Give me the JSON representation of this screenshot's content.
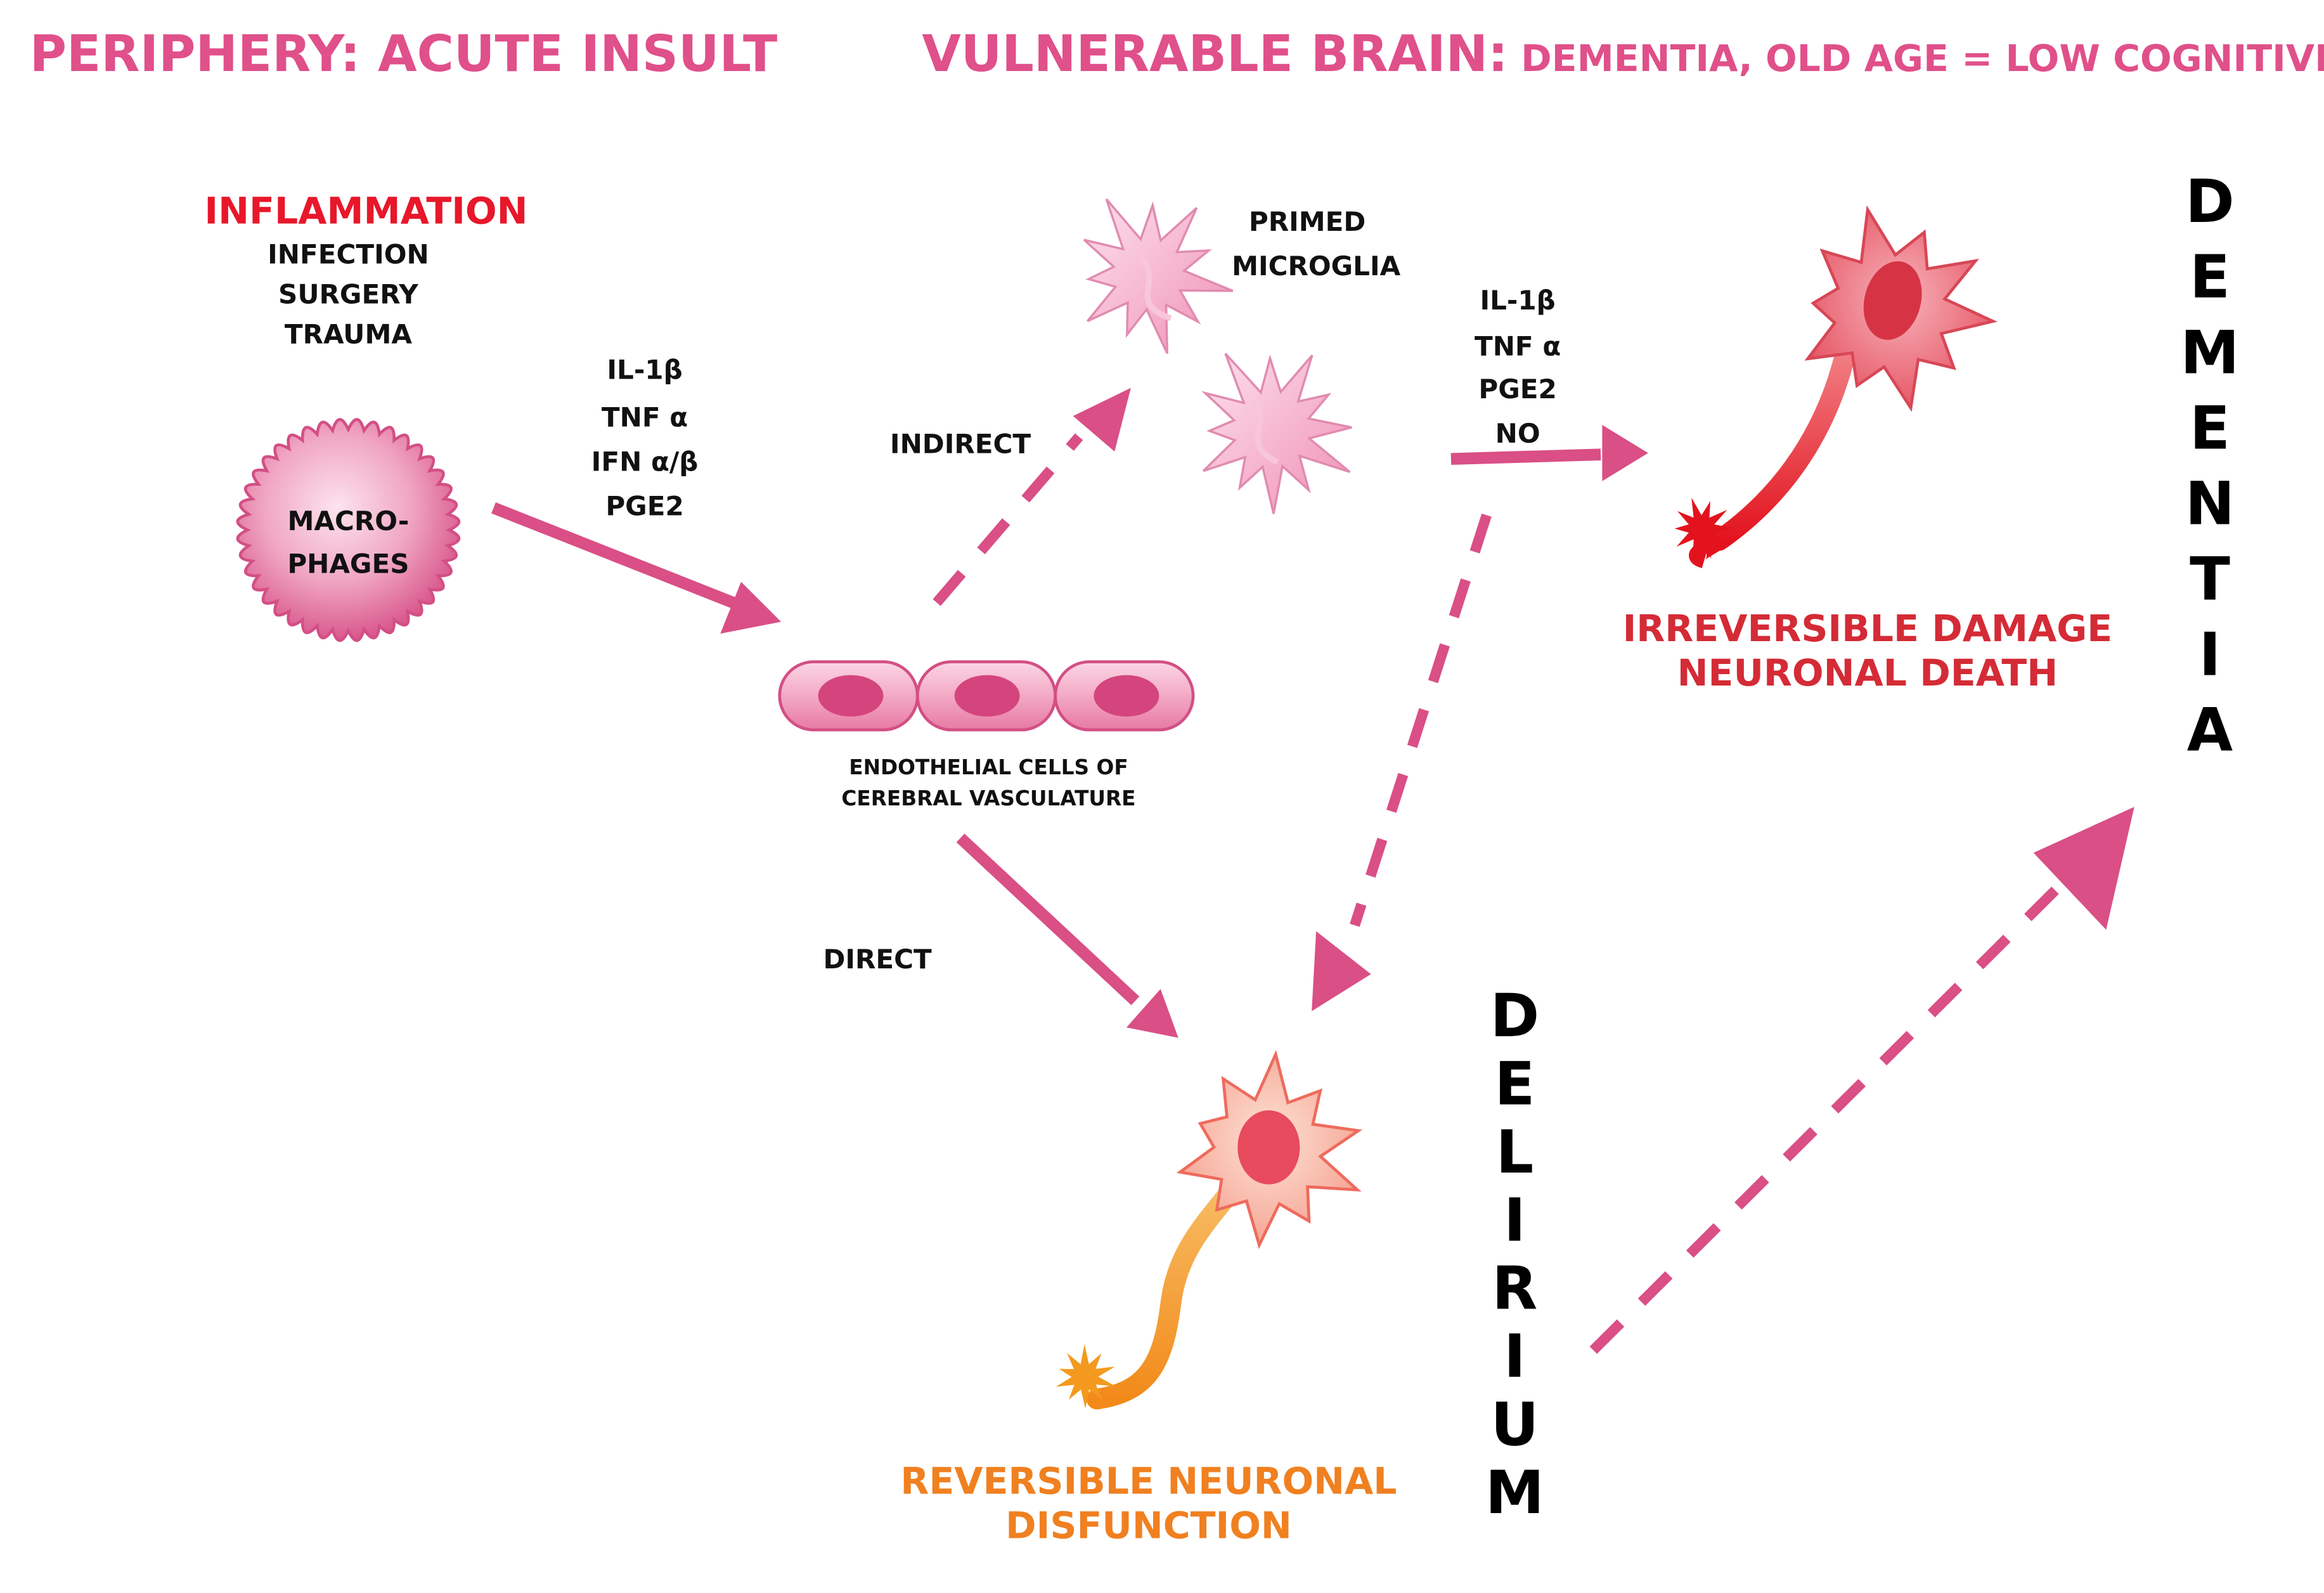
{
  "headers": {
    "periphery": "PERIPHERY: ACUTE INSULT",
    "brain_main": "VULNERABLE BRAIN:",
    "brain_sub": " DEMENTIA, OLD AGE = LOW COGNITIVE RESERVE"
  },
  "insult": {
    "title": "INFLAMMATION",
    "causes": [
      "INFECTION",
      "SURGERY",
      "TRAUMA"
    ]
  },
  "macrophage": {
    "lines": [
      "MACRO-",
      "PHAGES"
    ]
  },
  "mediators_periphery": [
    "IL-1β",
    "TNF α",
    "IFN α/β",
    "PGE2"
  ],
  "endothelium": {
    "lines": [
      "ENDOTHELIAL CELLS OF",
      "CEREBRAL VASCULATURE"
    ]
  },
  "pathways": {
    "indirect": "INDIRECT",
    "direct": "DIRECT"
  },
  "microglia": {
    "lines": [
      "PRIMED",
      "MICROGLIA"
    ]
  },
  "mediators_brain": [
    "IL-1β",
    "TNF α",
    "PGE2",
    "NO"
  ],
  "outcome_irreversible": {
    "lines": [
      "IRREVERSIBLE DAMAGE",
      "NEURONAL DEATH"
    ]
  },
  "outcome_reversible": {
    "lines": [
      "REVERSIBLE NEURONAL",
      "DISFUNCTION"
    ]
  },
  "vertical_labels": {
    "dementia": "DEMENTIA",
    "delirium": "DELIRIUM"
  },
  "colors": {
    "accent_pink": "#e0508a",
    "arrow_pink": "#d94f86",
    "inflammation_red": "#e8172a",
    "irreversible_red": "#d42b36",
    "reversible_orange": "#f08020"
  }
}
